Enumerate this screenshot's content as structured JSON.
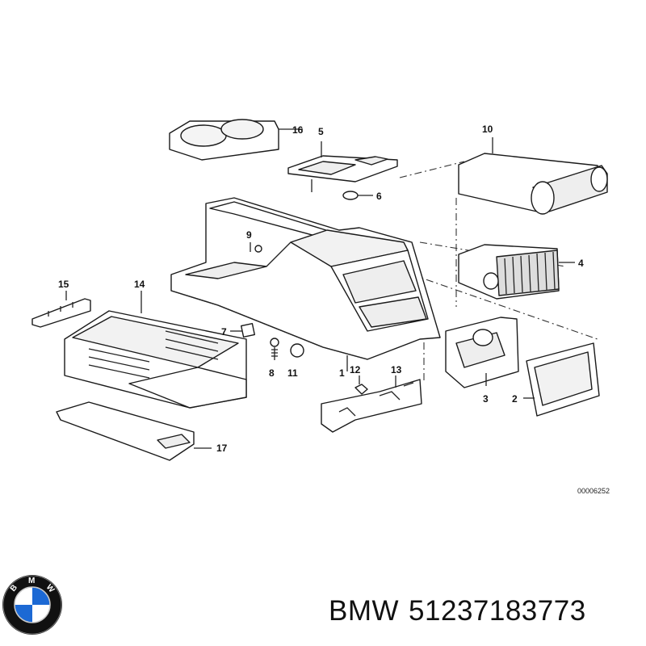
{
  "diagram": {
    "callouts": [
      "1",
      "2",
      "3",
      "4",
      "5",
      "6",
      "7",
      "8",
      "9",
      "10",
      "11",
      "12",
      "13",
      "14",
      "15",
      "16",
      "17"
    ],
    "drawing_code": "00006252"
  },
  "footer": {
    "brand": "BMW",
    "part_number": "51237183773",
    "logo_letters": "BMW"
  },
  "colors": {
    "line": "#1a1a1a",
    "part_fill": "#ffffff",
    "shade": "#e8e8e8",
    "logo_blue": "#1c69d4",
    "logo_ring": "#111111"
  }
}
